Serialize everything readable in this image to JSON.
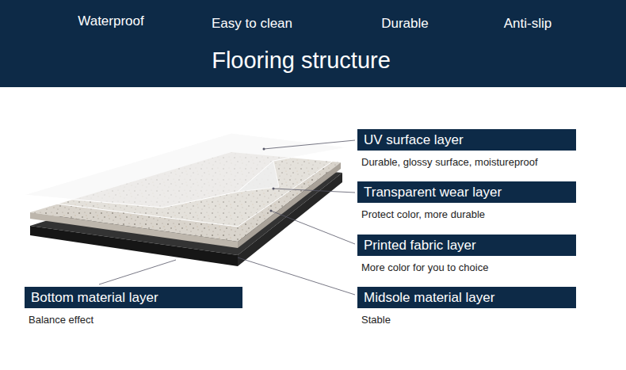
{
  "diagram": {
    "title": "Flooring structure",
    "nodes": [
      {
        "text": [
          "Waterproof",
          "Easy to clean",
          "Durable",
          "Anti-slip"
        ]
      },
      {
        "text": [
          "UV surface layer",
          "Durable, glossy surface, moistureproof"
        ]
      },
      {
        "text": [
          "Transparent wear layer",
          "Protect color, more durable"
        ]
      },
      {
        "text": [
          "Printed fabric layer",
          "More color for you to choice"
        ]
      },
      {
        "text": [
          "Bottom material layer",
          "Balance effect"
        ]
      },
      {
        "text": [
          "Midsole material layer",
          "Stable"
        ]
      }
    ]
  }
}
